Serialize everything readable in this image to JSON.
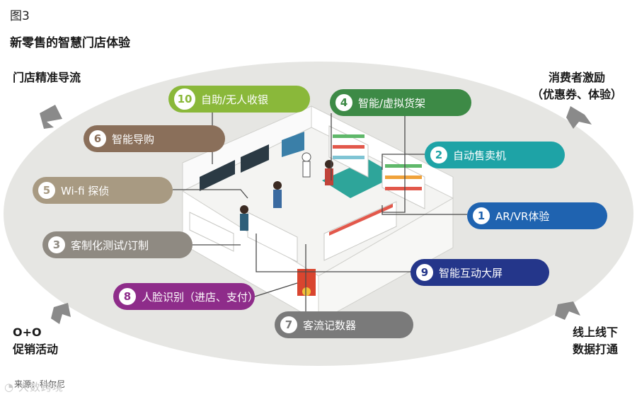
{
  "figure": {
    "label": "图3",
    "title": "新零售的智慧门店体验"
  },
  "corners": {
    "top_left": "门店精准导流",
    "top_right_line1": "消费者激励",
    "top_right_line2": "（优惠券、体验）",
    "bottom_left_line1": "O+O",
    "bottom_left_line2": "促销活动",
    "bottom_right_line1": "线上线下",
    "bottom_right_line2": "数据打通"
  },
  "callouts": [
    {
      "num": "10",
      "label": "自助/无人收银",
      "color": "#8ab83a"
    },
    {
      "num": "6",
      "label": "智能导购",
      "color": "#8a6f5a"
    },
    {
      "num": "5",
      "label": "Wi-fi 探侦",
      "color": "#a89a82"
    },
    {
      "num": "3",
      "label": "客制化测试/订制",
      "color": "#8f8a82"
    },
    {
      "num": "8",
      "label": "人脸识别（进店、支付）",
      "color": "#8e2c8a"
    },
    {
      "num": "7",
      "label": "客流记数器",
      "color": "#7a7a7a"
    },
    {
      "num": "4",
      "label": "智能/虚拟货架",
      "color": "#3d8a46"
    },
    {
      "num": "2",
      "label": "自动售卖机",
      "color": "#1ea3a6"
    },
    {
      "num": "1",
      "label": "AR/VR体验",
      "color": "#1f63b0"
    },
    {
      "num": "9",
      "label": "智能互动大屏",
      "color": "#24368a"
    }
  ],
  "footer": {
    "source": "来源：科尔尼",
    "watermark": "大数跨境"
  },
  "colors": {
    "ellipse": "#e6e6e3",
    "arrow": "#8a8a8a"
  }
}
